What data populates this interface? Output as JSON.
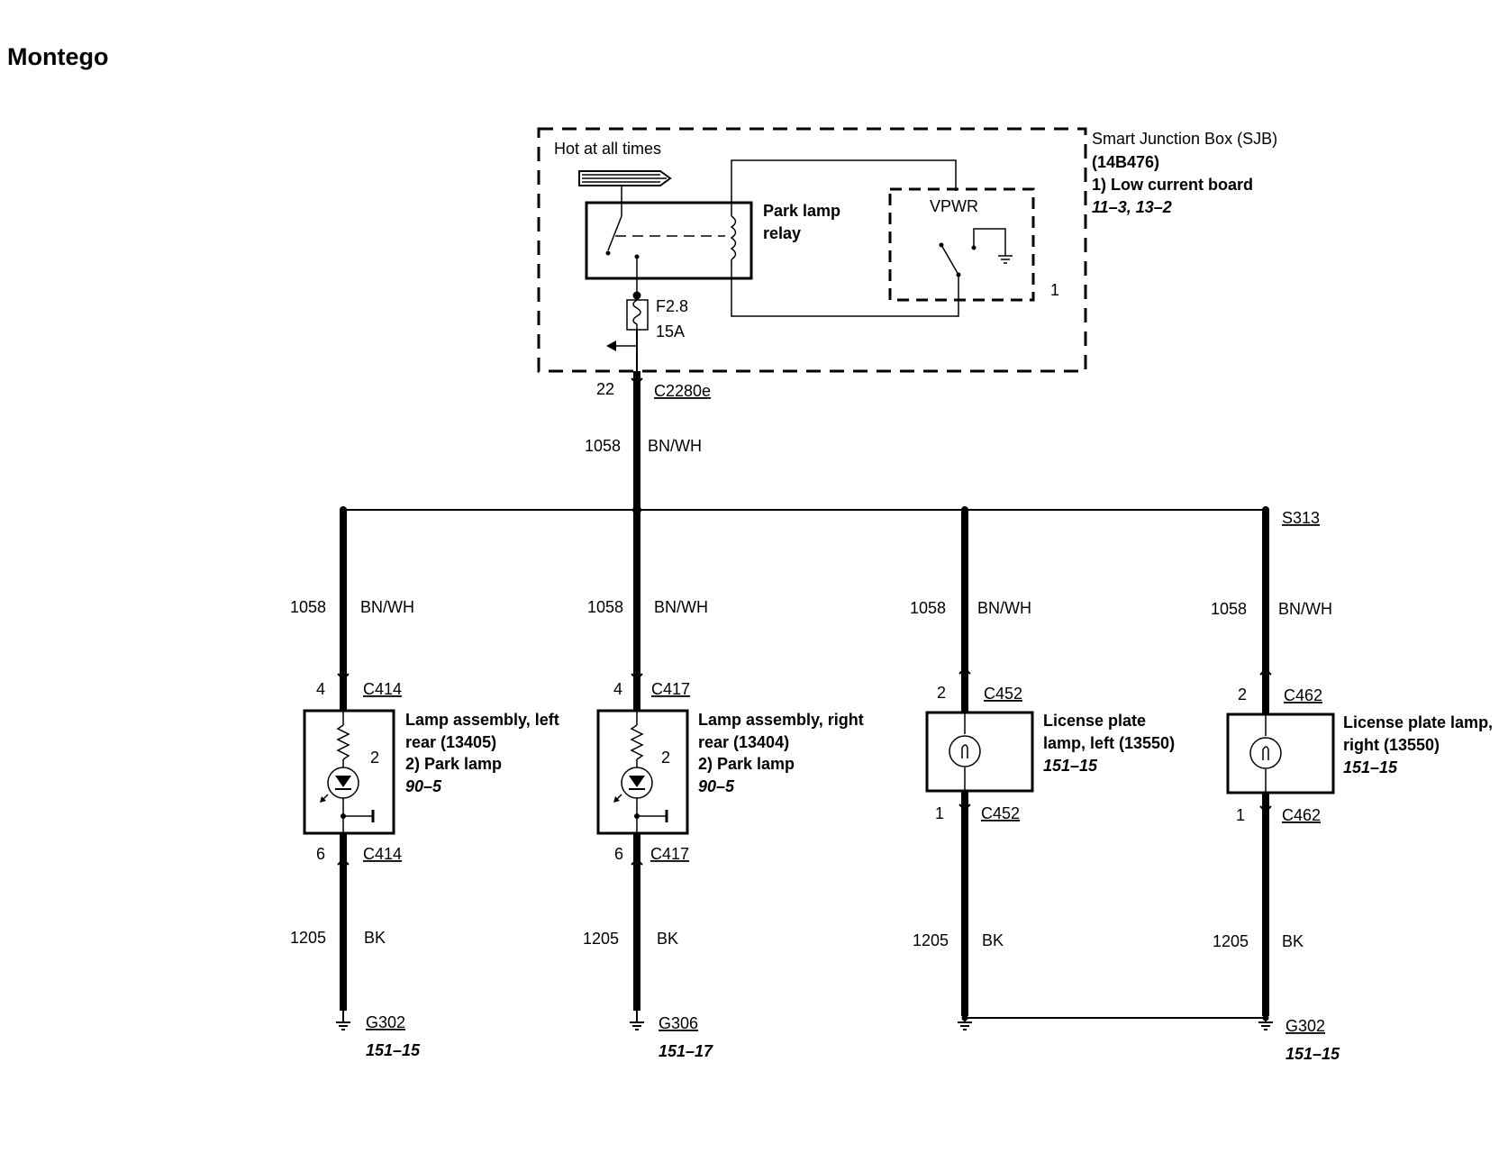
{
  "title": "Montego",
  "sjb": {
    "name": "Smart Junction Box (SJB)",
    "part": "(14B476)",
    "board": "1)    Low current board",
    "refs": "11–3, 13–2",
    "pin_note": "1",
    "hot_label": "Hot at all times",
    "relay_label_1": "Park lamp",
    "relay_label_2": "relay",
    "vpwr_label": "VPWR",
    "fuse_id": "F2.8",
    "fuse_rating": "15A"
  },
  "feed": {
    "pin": "22",
    "connector": "C2280e",
    "circuit": "1058",
    "color": "BN/WH"
  },
  "splice": "S313",
  "branches": [
    {
      "circuit_top": "1058",
      "color_top": "BN/WH",
      "pin_top": "4",
      "conn_top": "C414",
      "name_1": "Lamp assembly, left",
      "name_2": "rear (13405)",
      "sub": "2)    Park lamp",
      "ref": "90–5",
      "inner_pin": "2",
      "pin_bot": "6",
      "conn_bot": "C414",
      "circuit_bot": "1205",
      "color_bot": "BK",
      "ground": "G302",
      "ground_ref": "151–15"
    },
    {
      "circuit_top": "1058",
      "color_top": "BN/WH",
      "pin_top": "4",
      "conn_top": "C417",
      "name_1": "Lamp assembly, right",
      "name_2": "rear (13404)",
      "sub": "2)    Park lamp",
      "ref": "90–5",
      "inner_pin": "2",
      "pin_bot": "6",
      "conn_bot": "C417",
      "circuit_bot": "1205",
      "color_bot": "BK",
      "ground": "G306",
      "ground_ref": "151–17"
    },
    {
      "circuit_top": "1058",
      "color_top": "BN/WH",
      "pin_top": "2",
      "conn_top": "C452",
      "name_1": "License plate",
      "name_2": "lamp, left (13550)",
      "ref": "151–15",
      "pin_bot": "1",
      "conn_bot": "C452",
      "circuit_bot": "1205",
      "color_bot": "BK"
    },
    {
      "circuit_top": "1058",
      "color_top": "BN/WH",
      "pin_top": "2",
      "conn_top": "C462",
      "name_1": "License plate lamp,",
      "name_2": "right (13550)",
      "ref": "151–15",
      "pin_bot": "1",
      "conn_bot": "C462",
      "circuit_bot": "1205",
      "color_bot": "BK",
      "ground": "G302",
      "ground_ref": "151–15"
    }
  ]
}
